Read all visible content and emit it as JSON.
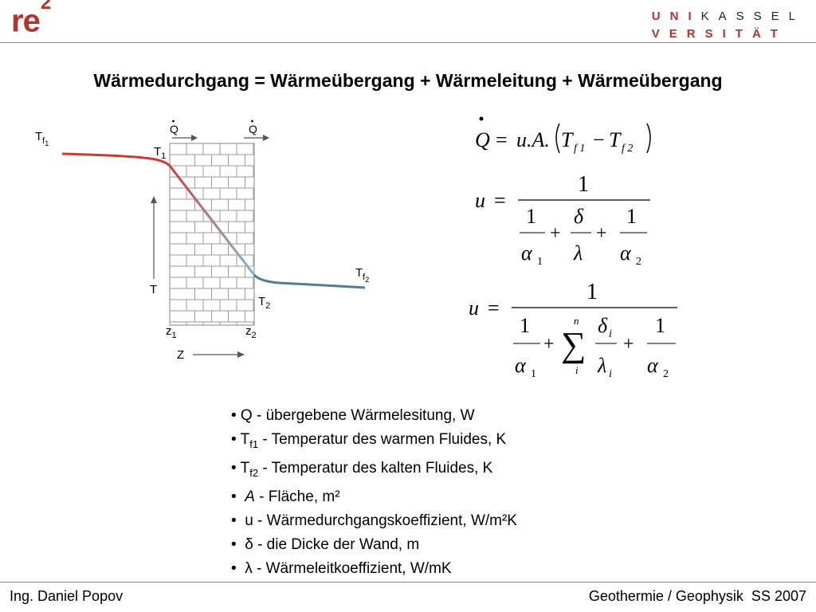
{
  "header": {
    "logo_text": "re",
    "logo_sup": "2",
    "uni_row1_red": "UNI",
    "uni_row1_black": "KASSEL",
    "uni_row2_red": "VERSITÄT"
  },
  "title": "Wärmedurchgang = Wärmeübergang + Wärmeleitung + Wärmeübergang",
  "diagram": {
    "labels": {
      "tf1": "T",
      "tf1_sub": "f",
      "tf1_subsub": "1",
      "t1": "T",
      "t1_sub": "1",
      "t2": "T",
      "t2_sub": "2",
      "tf2": "T",
      "tf2_sub": "f",
      "tf2_subsub": "2",
      "q_left": "Q",
      "q_right": "Q",
      "t_axis": "T",
      "z1": "z",
      "z1_sub": "1",
      "z2": "z",
      "z2_sub": "2",
      "z_axis": "Z"
    },
    "colors": {
      "hot": "#c83c34",
      "cold": "#4f7e96",
      "wall_line": "#9a9a9a"
    }
  },
  "formulas": {
    "f1_q": "Q",
    "f1_eq": "=",
    "f1_rhs": "u.A.",
    "f1_t": "T",
    "f1_sub1": "f 1",
    "f1_minus": "−",
    "f1_sub2": "f 2",
    "f2_u": "u",
    "f2_eq": "=",
    "one": "1",
    "plus": "+",
    "delta": "δ",
    "lambda": "λ",
    "alpha": "α",
    "sub_1": "1",
    "sub_2": "2",
    "sum_top": "n",
    "sum_bottom": "i",
    "sub_i": "i"
  },
  "legend": [
    {
      "bullet": "•",
      "main": " Q - übergebene Wärmelesitung, W"
    },
    {
      "bullet": "•",
      "main": " T",
      "sub": "f1",
      "rest": " - Temperatur des warmen Fluides, K"
    },
    {
      "bullet": "•",
      "main": " T",
      "sub": "f2",
      "rest": " - Temperatur des kalten Fluides, K"
    },
    {
      "bullet": "•",
      "italic": "A",
      "rest": " - Fläche, m²"
    },
    {
      "bullet": "•",
      "main": "  u - Wärmedurchgangskoeffizient, W/m²K"
    },
    {
      "bullet": "•",
      "main": "  δ - die Dicke der Wand, m"
    },
    {
      "bullet": "•",
      "main": "  λ - Wärmeleitkoeffizient, W/mK"
    }
  ],
  "footer": {
    "left": "Ing. Daniel Popov",
    "right": "Geothermie / Geophysik  SS 2007"
  }
}
